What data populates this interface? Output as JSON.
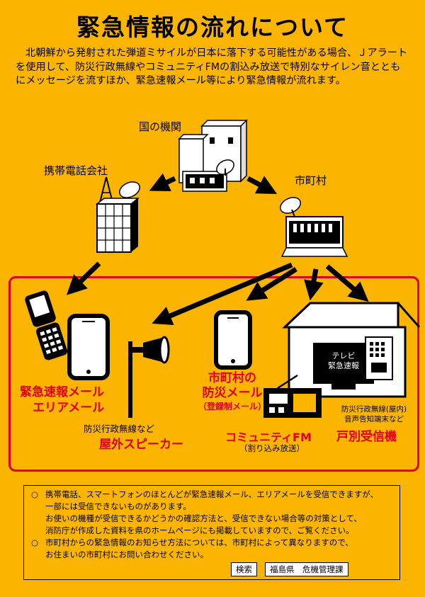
{
  "title": "緊急情報の流れについて",
  "intro": "北朝鮮から発射された弾道ミサイルが日本に落下する可能性がある場合、Ｊアラートを使用して、防災行政無線やコミュニティFMの割込み放送で特別なサイレン音とともにメッセージを流すほか、緊急速報メール等により緊急情報が流れます。",
  "nodes": {
    "national": "国の機関",
    "carrier": "携帯電話会社",
    "municipality": "市町村"
  },
  "receivers": {
    "area_mail_1": "緊急速報メール",
    "area_mail_2": "エリアメール",
    "outdoor_sub": "防災行政無線など",
    "outdoor_main": "屋外スピーカー",
    "city_mail_1": "市町村の",
    "city_mail_2": "防災メール",
    "city_mail_sub": "（登録制メール）",
    "fm_main": "コミュニティFM",
    "fm_sub": "（割り込み放送）",
    "tv_1": "テレビ",
    "tv_2": "緊急速報",
    "home_sub_1": "防災行政無線(屋内)",
    "home_sub_2": "音声告知端末など",
    "home_main": "戸別受信機"
  },
  "notes": {
    "bullet": "○",
    "n1_l1": "携帯電話、スマートフォンのほとんどが緊急速報メール、エリアメールを受信できますが、",
    "n1_l2": "一部には受信できないものがあります。",
    "n1_l3": "お使いの機種が受信できるかどうかの確認方法と、受信できない場合等の対策として、",
    "n1_l4": "消防庁が作成した資料を県のホームページにも掲載していますので、ご覧ください。",
    "n2_l1": "市町村からの緊急情報のお知らせ方法については、市町村によって異なりますので、",
    "n2_l2": "お住まいの市町村にお問い合わせください。",
    "search": "検索",
    "dept": "福島県　危機管理課"
  }
}
